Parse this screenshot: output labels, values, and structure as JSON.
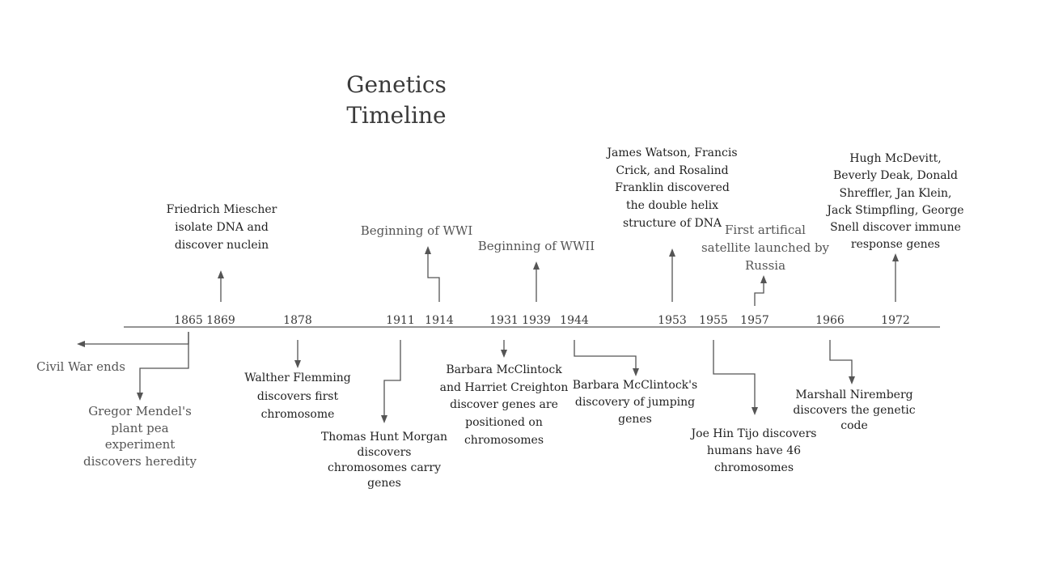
{
  "title": "Genetics\nTimeline",
  "years": [
    "1865",
    "1869",
    "1878",
    "1911",
    "1914",
    "1931",
    "1939",
    "1944",
    "1953",
    "1955",
    "1957",
    "1966",
    "1972"
  ],
  "events": {
    "civil_war": "Civil War ends",
    "mendel": "Gregor Mendel's\nplant pea\nexperiment\ndiscovers heredity",
    "miescher": "Friedrich Miescher\nisolate DNA and\ndiscover nuclein",
    "flemming": "Walther Flemming\ndiscovers first\nchromosome",
    "morgan": "Thomas Hunt Morgan\ndiscovers\nchromosomes carry\ngenes",
    "wwi": "Beginning of WWI",
    "mcclintock_creighton": "Barbara McClintock\nand Harriet Creighton\ndiscover genes are\npositioned on\nchromosomes",
    "wwii": "Beginning of WWII",
    "jumping_genes": "Barbara McClintock's\ndiscovery of jumping\ngenes",
    "double_helix": "James Watson, Francis\nCrick, and Rosalind\nFranklin discovered\nthe double helix\nstructure of DNA",
    "tijo": "Joe Hin Tijo discovers\nhumans have 46\nchromosomes",
    "satellite": "First artifical\nsatellite launched by\nRussia",
    "nirenberg": "Marshall Niremberg\ndiscovers the genetic\ncode",
    "immune": "Hugh McDevitt,\nBeverly Deak, Donald\nShreffler, Jan Klein,\nJack Stimpfling, George\nSnell discover immune\nresponse genes"
  }
}
